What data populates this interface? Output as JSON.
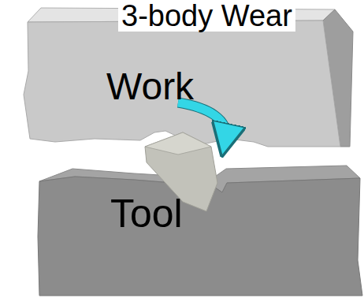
{
  "diagram": {
    "title": "3-body Wear",
    "nodes": [
      {
        "text": [
          "Work"
        ]
      },
      {
        "text": [
          "Tool"
        ]
      }
    ]
  }
}
